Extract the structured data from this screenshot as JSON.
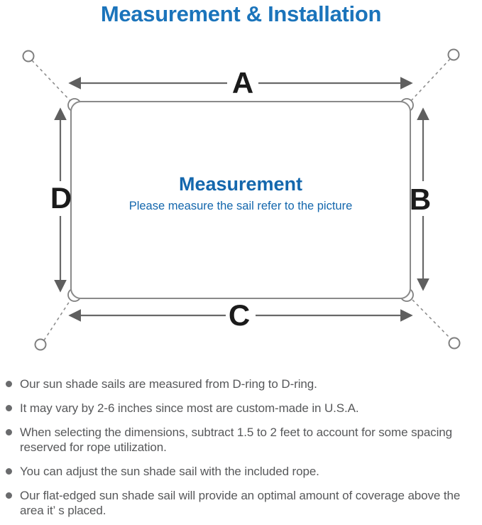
{
  "title": "Measurement & Installation",
  "diagram": {
    "labels": {
      "a": "A",
      "b": "B",
      "c": "C",
      "d": "D"
    },
    "center_heading": "Measurement",
    "center_subtitle": "Please measure the sail refer to the picture"
  },
  "notes": [
    "Our sun shade sails are measured from D-ring to D-ring.",
    "It may vary by 2-6 inches since most are custom-made in U.S.A.",
    "When selecting the dimensions, subtract 1.5 to 2 feet to account for some spacing reserved for rope utilization.",
    "You can adjust the sun shade sail with the included rope.",
    "Our flat-edged sun shade sail will provide an optimal amount of coverage above the area it’ s placed."
  ],
  "colors": {
    "title_blue": "#1b74bb",
    "center_blue": "#1467ad",
    "text_gray": "#57585a",
    "line_gray": "#8a8a8a",
    "arrow_gray": "#686868",
    "label_black": "#1b1b1b"
  }
}
